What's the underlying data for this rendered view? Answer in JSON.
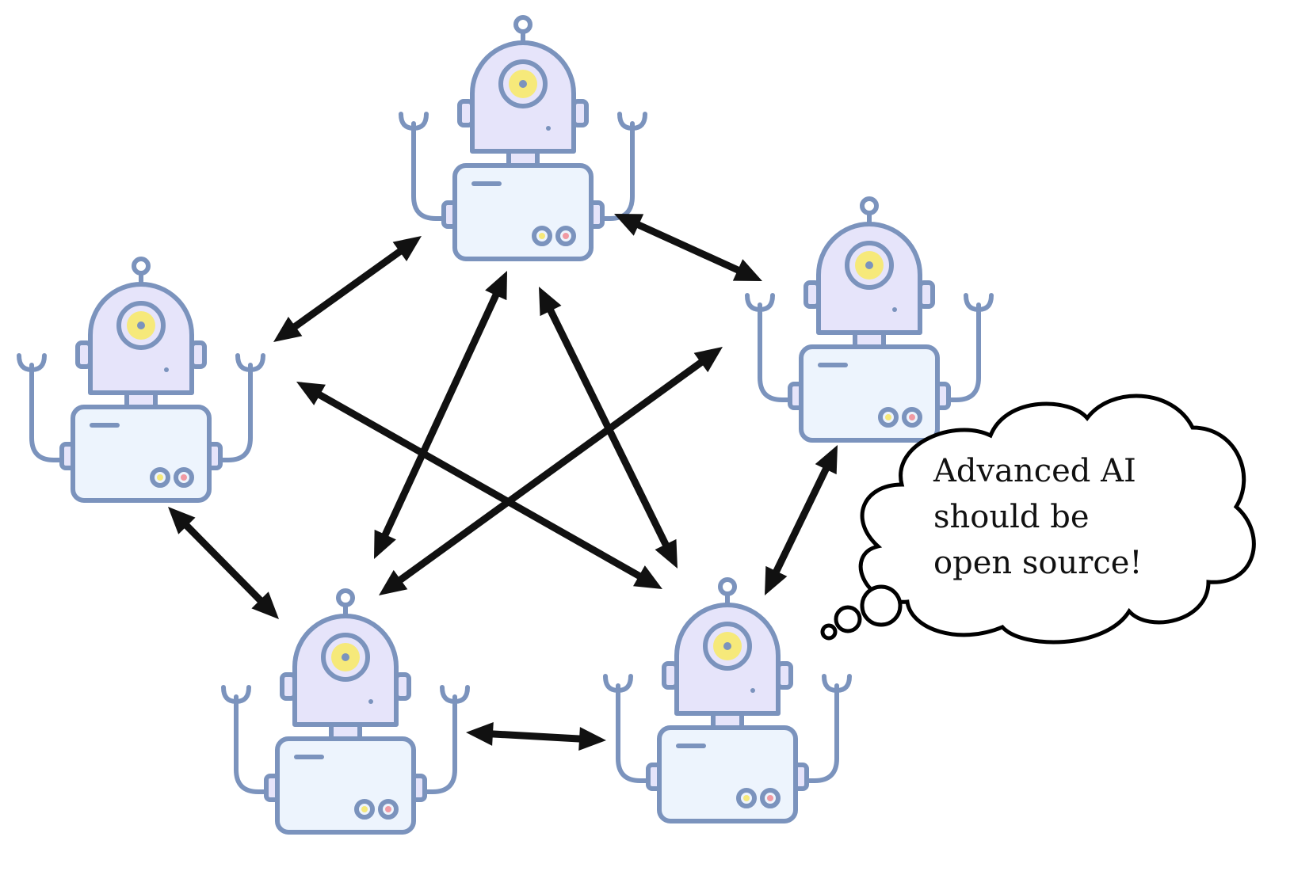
{
  "thought": {
    "line1": "Advanced AI",
    "line2": "should be",
    "line3": "open source!"
  },
  "colors": {
    "robot_outline": "#7b93bd",
    "robot_head": "#e6e4fa",
    "robot_body": "#edf4fd",
    "robot_eye": "#f6e97a",
    "robot_light_a": "#f6e97a",
    "robot_light_b": "#f19aa3",
    "arrow": "#111111"
  },
  "robots": [
    {
      "id": "top"
    },
    {
      "id": "right"
    },
    {
      "id": "left"
    },
    {
      "id": "bottom-left"
    },
    {
      "id": "bottom-right"
    }
  ],
  "connections": [
    {
      "from": "left",
      "to": "top"
    },
    {
      "from": "top",
      "to": "right"
    },
    {
      "from": "right",
      "to": "bottom-right"
    },
    {
      "from": "bottom-right",
      "to": "bottom-left"
    },
    {
      "from": "bottom-left",
      "to": "left"
    },
    {
      "from": "top",
      "to": "bottom-left"
    },
    {
      "from": "top",
      "to": "bottom-right"
    },
    {
      "from": "left",
      "to": "bottom-right"
    },
    {
      "from": "right",
      "to": "bottom-left"
    }
  ]
}
